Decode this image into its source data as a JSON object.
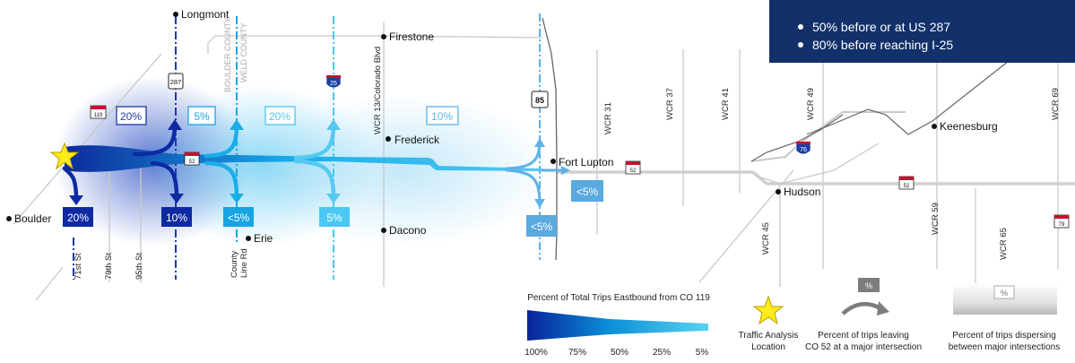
{
  "places": {
    "longmont": "Longmont",
    "firestone": "Firestone",
    "frederick": "Frederick",
    "fort_lupton": "Fort Lupton",
    "boulder": "Boulder",
    "erie": "Erie",
    "dacono": "Dacono",
    "hudson": "Hudson",
    "keenesburg": "Keenesburg"
  },
  "county_line": {
    "west": "BOULDER COUNTY",
    "east": "WELD COUNTY"
  },
  "roads": {
    "wcr13": "WCR 13/Colorado Blvd",
    "wcr31": "WCR 31",
    "wcr37": "WCR 37",
    "wcr41": "WCR 41",
    "wcr49": "WCR 49",
    "wcr69": "WCR 69",
    "wcr45": "WCR 45",
    "wcr59": "WCR 59",
    "wcr65": "WCR 65",
    "st71": "71st St",
    "st79": "79th St",
    "st95": "95th St",
    "county_line_rd_1": "County",
    "county_line_rd_2": "Line Rd"
  },
  "shields": {
    "us287": "287",
    "i25": "25",
    "us85": "85",
    "i76": "76",
    "co119": "119",
    "co52_a": "52",
    "co52_b": "52",
    "co52_c": "52",
    "co79": "79"
  },
  "percents": {
    "north_119": "20%",
    "north_287": "5%",
    "north_county_line": "20%",
    "north_i25": "10%",
    "south_119": "20%",
    "south_287": "10%",
    "south_county_line": "<5%",
    "south_i25": "5%",
    "south_85": "<5%",
    "east_85": "<5%"
  },
  "callout": {
    "bullet_1": "50% before or at US 287",
    "bullet_2": "80% before reaching I-25"
  },
  "legend": {
    "gradient_title": "Percent of Total Trips Eastbound from CO 119",
    "scale": [
      "100%",
      "75%",
      "50%",
      "25%",
      "5%"
    ],
    "star_line1": "Traffic Analysis",
    "star_line2": "Location",
    "arrow_box": "%",
    "arrow_line1": "Percent of trips leaving",
    "arrow_line2": "CO 52 at a major intersection",
    "disperse_box": "%",
    "disperse_line1": "Percent of trips dispersing",
    "disperse_line2": "between major intersections"
  },
  "colors": {
    "dark_blue": "#1b3fa5",
    "mid_blue": "#1ea8e6",
    "light_blue": "#5aa9df",
    "callout_bg": "#12306a",
    "star": "#ffec1a"
  }
}
